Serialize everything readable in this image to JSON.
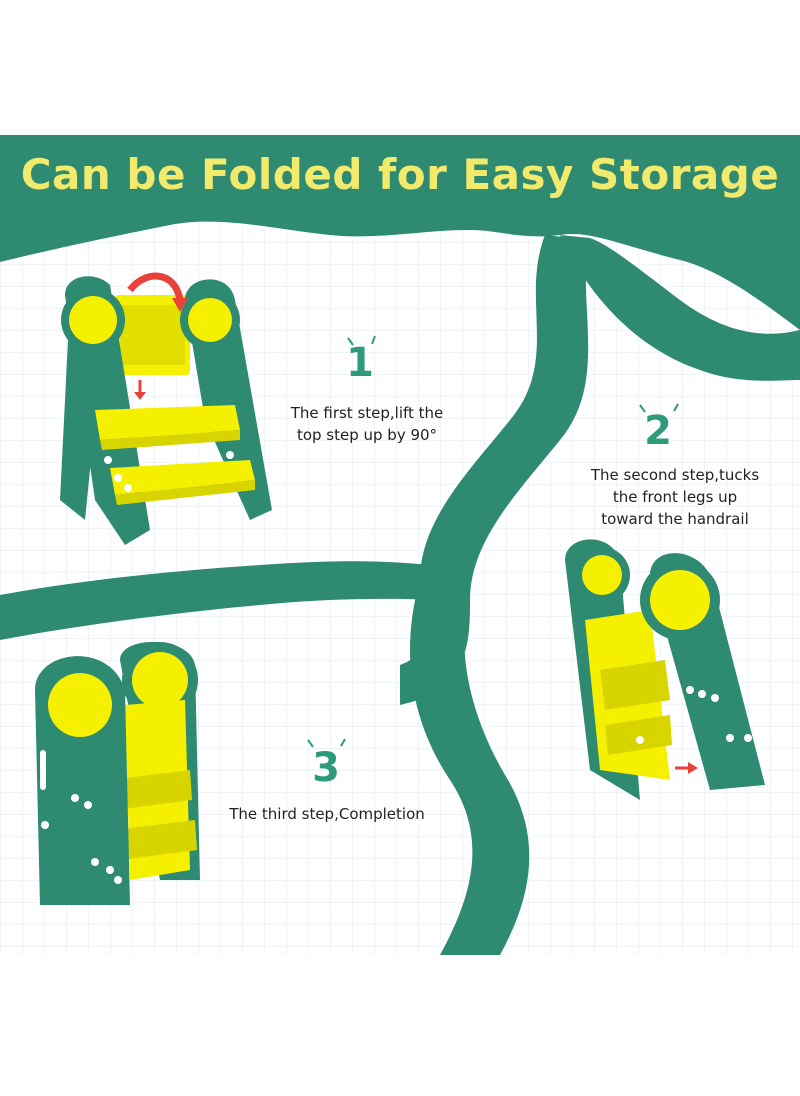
{
  "colors": {
    "teal": "#2e8a70",
    "teal_dark": "#216b57",
    "yellow": "#f4f000",
    "yellow_dark": "#d8d400",
    "title_yellow": "#f2ea6c",
    "grid": "#dfe8f2",
    "arrow_red": "#e8423a"
  },
  "title": "Can be Folded for Easy Storage",
  "steps": [
    {
      "number": "1",
      "lines": [
        "The first step,lift the",
        "top step up by 90°"
      ]
    },
    {
      "number": "2",
      "lines": [
        "The second step,tucks",
        "the front legs up",
        "toward the handrail"
      ]
    },
    {
      "number": "3",
      "lines": [
        "The third step,Completion"
      ]
    }
  ]
}
